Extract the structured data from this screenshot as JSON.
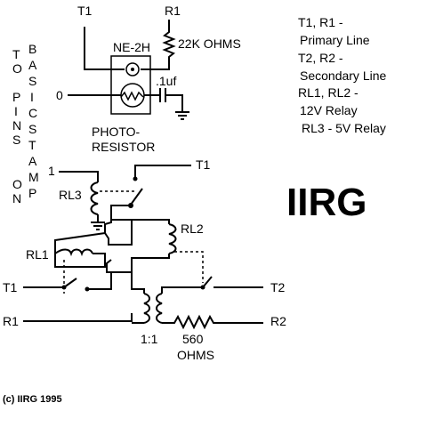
{
  "side_text": {
    "col1": [
      "T",
      "O",
      "",
      "P",
      "I",
      "N",
      "S",
      "",
      "O",
      "N"
    ],
    "col2": [
      "B",
      "A",
      "S",
      "I",
      "C",
      "S",
      "T",
      "A",
      "M",
      "P"
    ]
  },
  "labels": {
    "t1_top": "T1",
    "r1_top": "R1",
    "ne2h": "NE-2H",
    "ohms_22k": "22K OHMS",
    "zero": "0",
    "cap": ".1uf",
    "photo1": "PHOTO-",
    "photo2": "RESISTOR",
    "one": "1",
    "t1_mid": "T1",
    "rl3": "RL3",
    "rl2": "RL2",
    "rl1": "RL1",
    "t1_left": "T1",
    "r1_left": "R1",
    "t2_right": "T2",
    "r2_right": "R2",
    "ratio": "1:1",
    "ohms560_a": "560",
    "ohms560_b": "OHMS"
  },
  "legend": [
    "T1, R1 -",
    "Primary Line",
    "T2, R2 -",
    "Secondary Line",
    "RL1, RL2 -",
    "12V Relay",
    "RL3 - 5V Relay"
  ],
  "logo": "IIRG",
  "copyright": "(c) IIRG 1995"
}
